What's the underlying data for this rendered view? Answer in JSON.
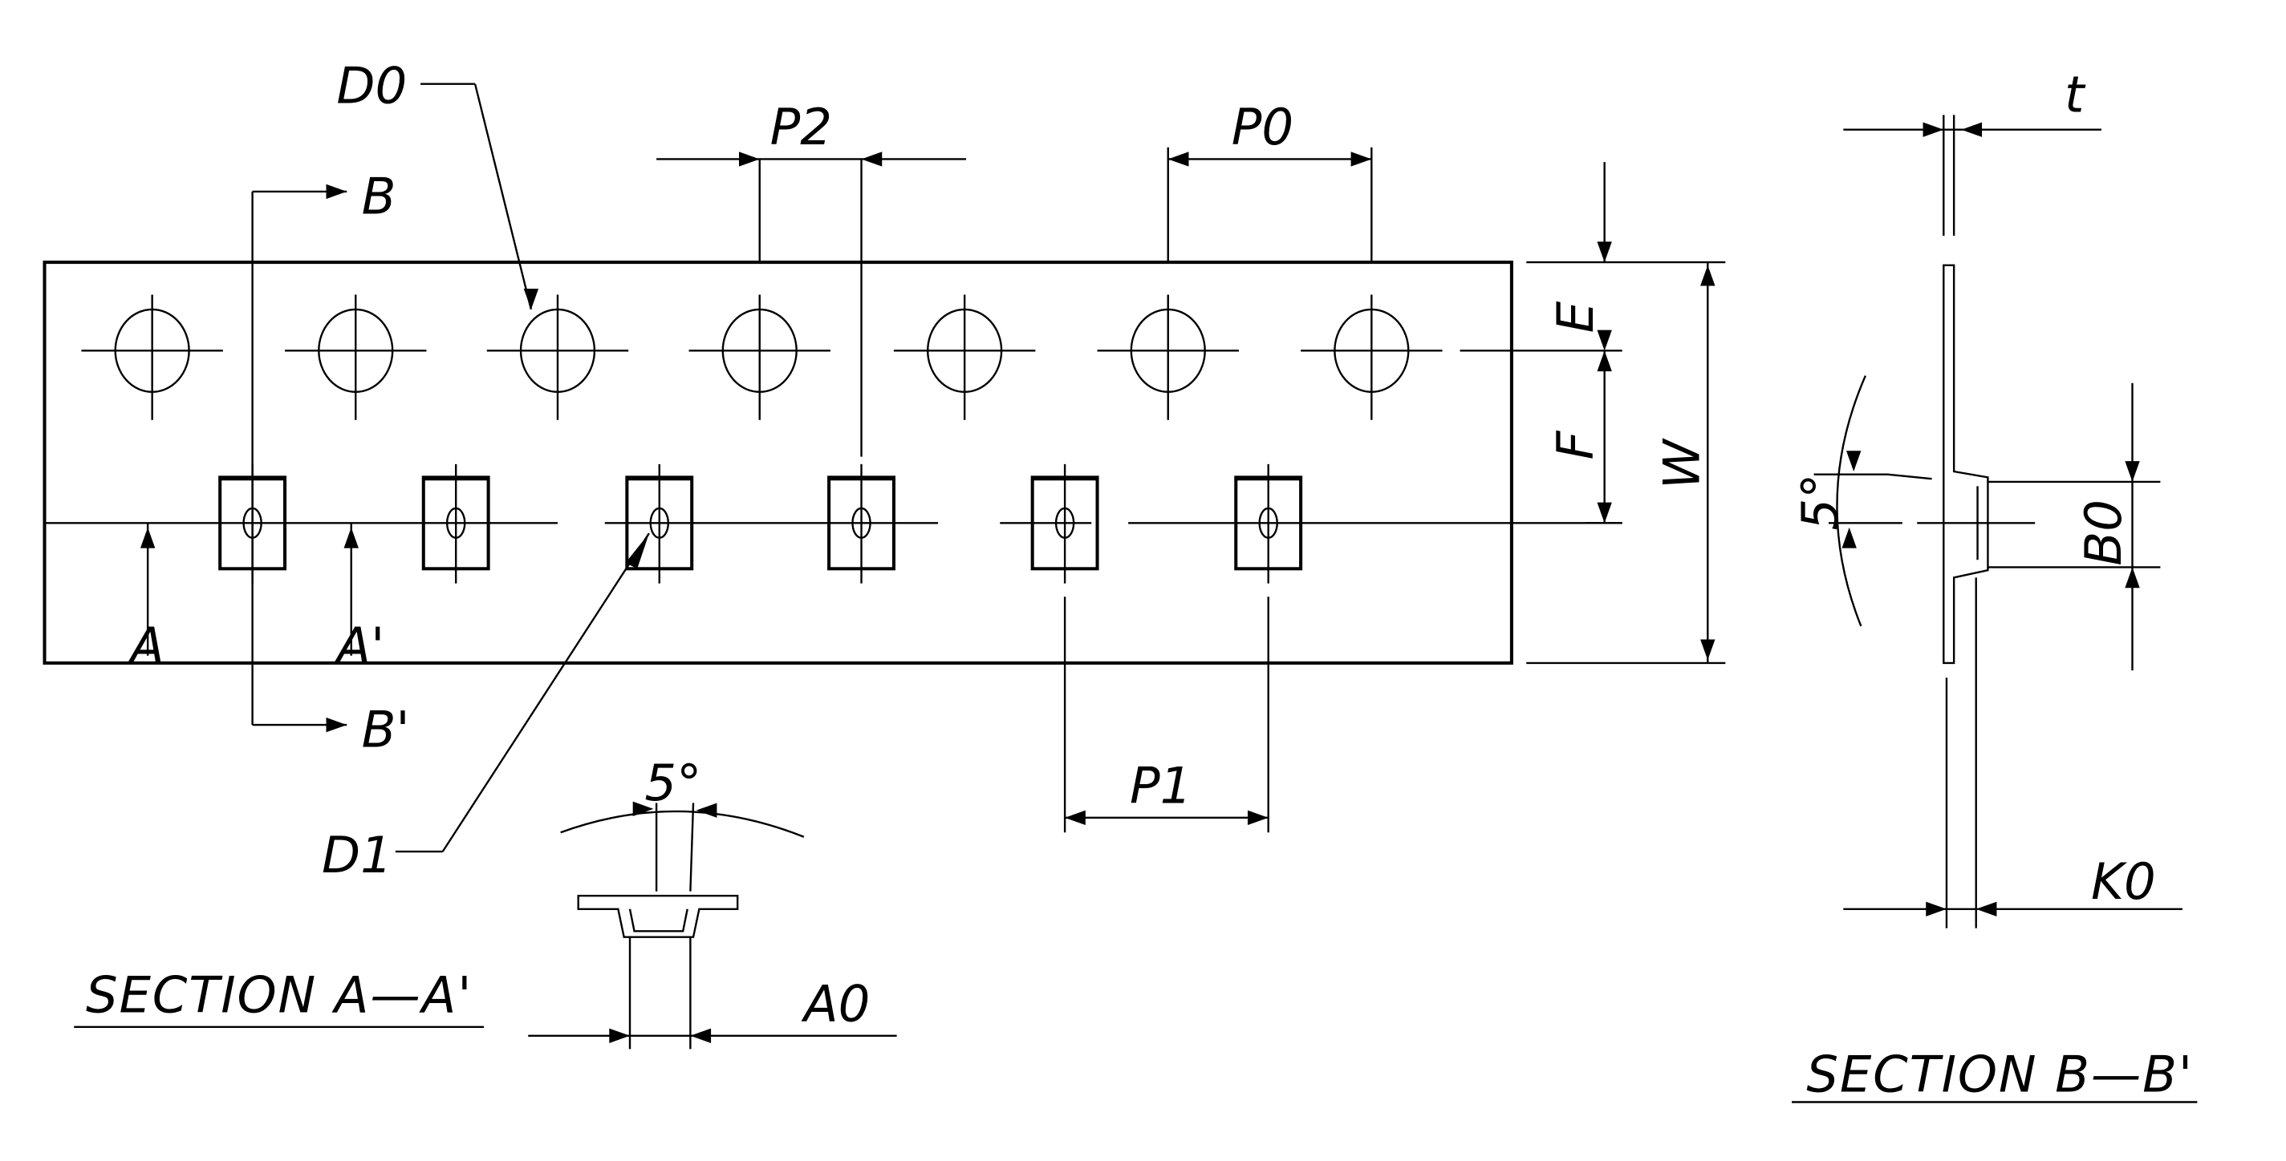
{
  "labels": {
    "d0": "D0",
    "d1": "D1",
    "p0": "P0",
    "p1": "P1",
    "p2": "P2",
    "b": "B",
    "b_prime": "B'",
    "a": "A",
    "a_prime": "A'",
    "e": "E",
    "f": "F",
    "w": "W",
    "t": "t",
    "b0": "B0",
    "k0": "K0",
    "a0": "A0",
    "angle_a": "5°",
    "angle_b": "5°"
  },
  "sections": {
    "a": "SECTION  A—A'",
    "b": "SECTION  B—B'"
  },
  "colors": {
    "line": "#000000",
    "background": "#ffffff"
  }
}
